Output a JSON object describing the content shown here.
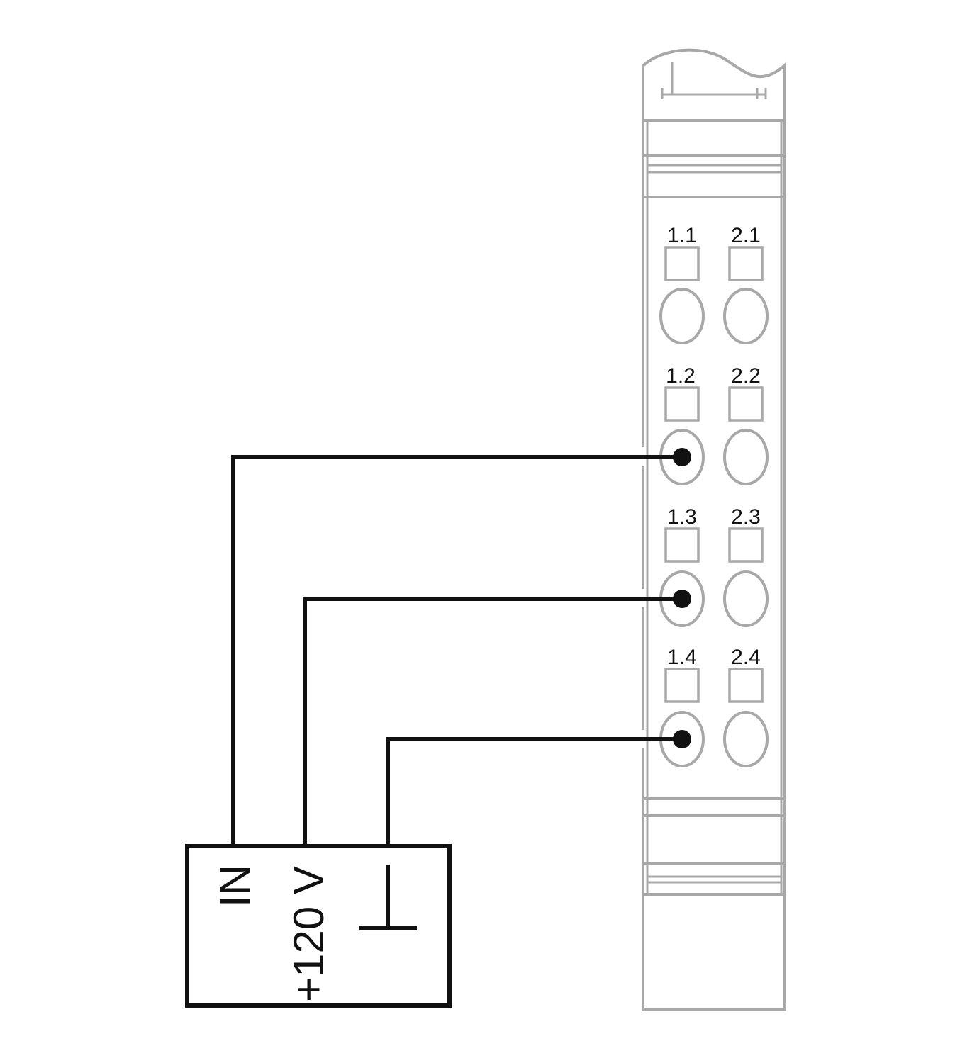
{
  "module": {
    "terminals": [
      {
        "id": "1.1",
        "label": "1.1",
        "connected": false
      },
      {
        "id": "2.1",
        "label": "2.1",
        "connected": false
      },
      {
        "id": "1.2",
        "label": "1.2",
        "connected": true
      },
      {
        "id": "2.2",
        "label": "2.2",
        "connected": false
      },
      {
        "id": "1.3",
        "label": "1.3",
        "connected": true
      },
      {
        "id": "2.3",
        "label": "2.3",
        "connected": false
      },
      {
        "id": "1.4",
        "label": "1.4",
        "connected": true
      },
      {
        "id": "2.4",
        "label": "2.4",
        "connected": false
      }
    ],
    "outline_color": "#a8a8a8"
  },
  "device": {
    "input_label": "IN",
    "supply_label": "+120 V",
    "ground_icon": "ground-icon",
    "wire_color": "#111111"
  },
  "wiring": [
    {
      "from": "IN",
      "to": "1.2"
    },
    {
      "from": "+120 V",
      "to": "1.3"
    },
    {
      "from": "ground",
      "to": "1.4"
    }
  ]
}
